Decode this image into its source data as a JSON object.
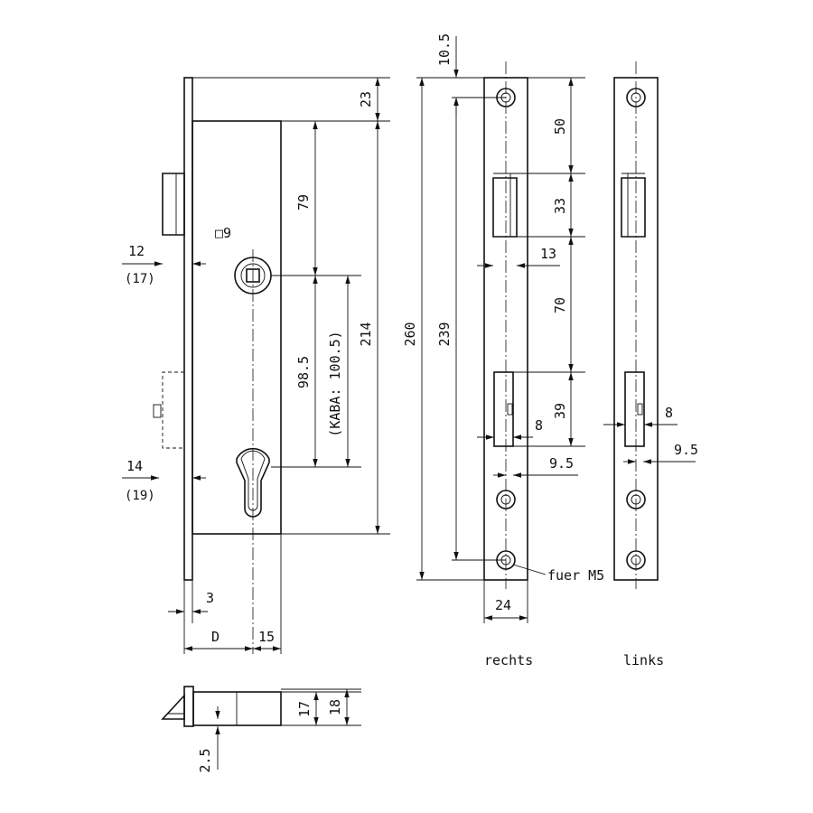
{
  "labels": {
    "spindle_square": "□9",
    "backset_a": "12",
    "backset_a_alt": "(17)",
    "backset_b": "14",
    "backset_b_alt": "(19)",
    "dim_79": "79",
    "dim_98_5": "98.5",
    "dim_kaba": "(KABA: 100.5)",
    "dim_214": "214",
    "dim_23": "23",
    "dim_260": "260",
    "dim_239": "239",
    "dim_10_5": "10.5",
    "dim_50": "50",
    "dim_33": "33",
    "dim_13": "13",
    "dim_70": "70",
    "dim_39": "39",
    "dim_8_r": "8",
    "dim_9_5_r": "9.5",
    "dim_24": "24",
    "screw_label": "fuer M5",
    "dim_3": "3",
    "dim_D": "D",
    "dim_15": "15",
    "dim_17": "17",
    "dim_18": "18",
    "dim_2_5": "2.5",
    "dim_8_l": "8",
    "dim_9_5_l": "9.5",
    "view_rechts": "rechts",
    "view_links": "links"
  }
}
